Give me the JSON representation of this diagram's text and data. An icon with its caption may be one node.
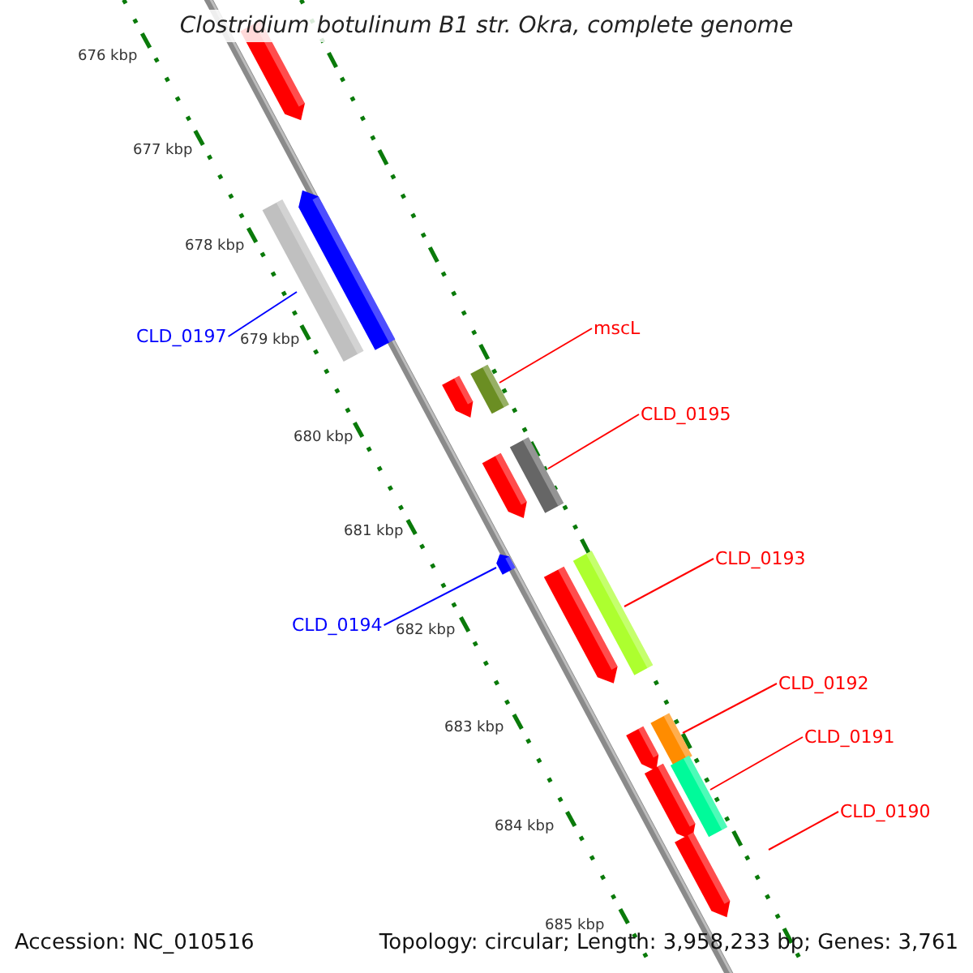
{
  "diagram": {
    "title": "Clostridium botulinum B1 str. Okra, complete genome",
    "nodes": [
      {
        "text": [
          "CLD_0197"
        ]
      },
      {
        "text": [],
        "shape": "bar"
      },
      {
        "text": [
          "mscL"
        ]
      },
      {
        "text": [],
        "shape": "bar"
      },
      {
        "text": [
          "CLD_0195"
        ]
      },
      {
        "text": [],
        "shape": "bar"
      },
      {
        "text": [
          "CLD_0194"
        ]
      },
      {
        "text": [],
        "shape": "arrow"
      },
      {
        "text": [
          "CLD_0193"
        ]
      },
      {
        "text": [],
        "shape": "bar"
      },
      {
        "text": [
          "CLD_0192"
        ]
      },
      {
        "text": [],
        "shape": "bar"
      },
      {
        "text": [
          "CLD_0191"
        ]
      },
      {
        "text": [],
        "shape": "bar"
      },
      {
        "text": [
          "CLD_0190"
        ]
      }
    ],
    "edges": [
      {
        "from": 0,
        "to": 1,
        "arrow": "none",
        "color": "#0000ff"
      },
      {
        "from": 2,
        "to": 3,
        "arrow": "none"
      },
      {
        "from": 4,
        "to": 5,
        "arrow": "none"
      },
      {
        "from": 6,
        "to": 7,
        "arrow": "none",
        "color": "#0000ff"
      },
      {
        "from": 8,
        "to": 9,
        "arrow": "none"
      },
      {
        "from": 10,
        "to": 11,
        "arrow": "none"
      },
      {
        "from": 12,
        "to": 13,
        "arrow": "none"
      },
      {
        "from": 14,
        "to": null,
        "arrow": "none"
      }
    ],
    "labels": [
      "676 kbp",
      "677 kbp",
      "678 kbp",
      "679 kbp",
      "680 kbp",
      "681 kbp",
      "682 kbp",
      "683 kbp",
      "684 kbp",
      "685 kbp",
      "Accession: NC_010516",
      "Topology: circular; Length: 3,958,233 bp; Genes: 3,761"
    ]
  }
}
